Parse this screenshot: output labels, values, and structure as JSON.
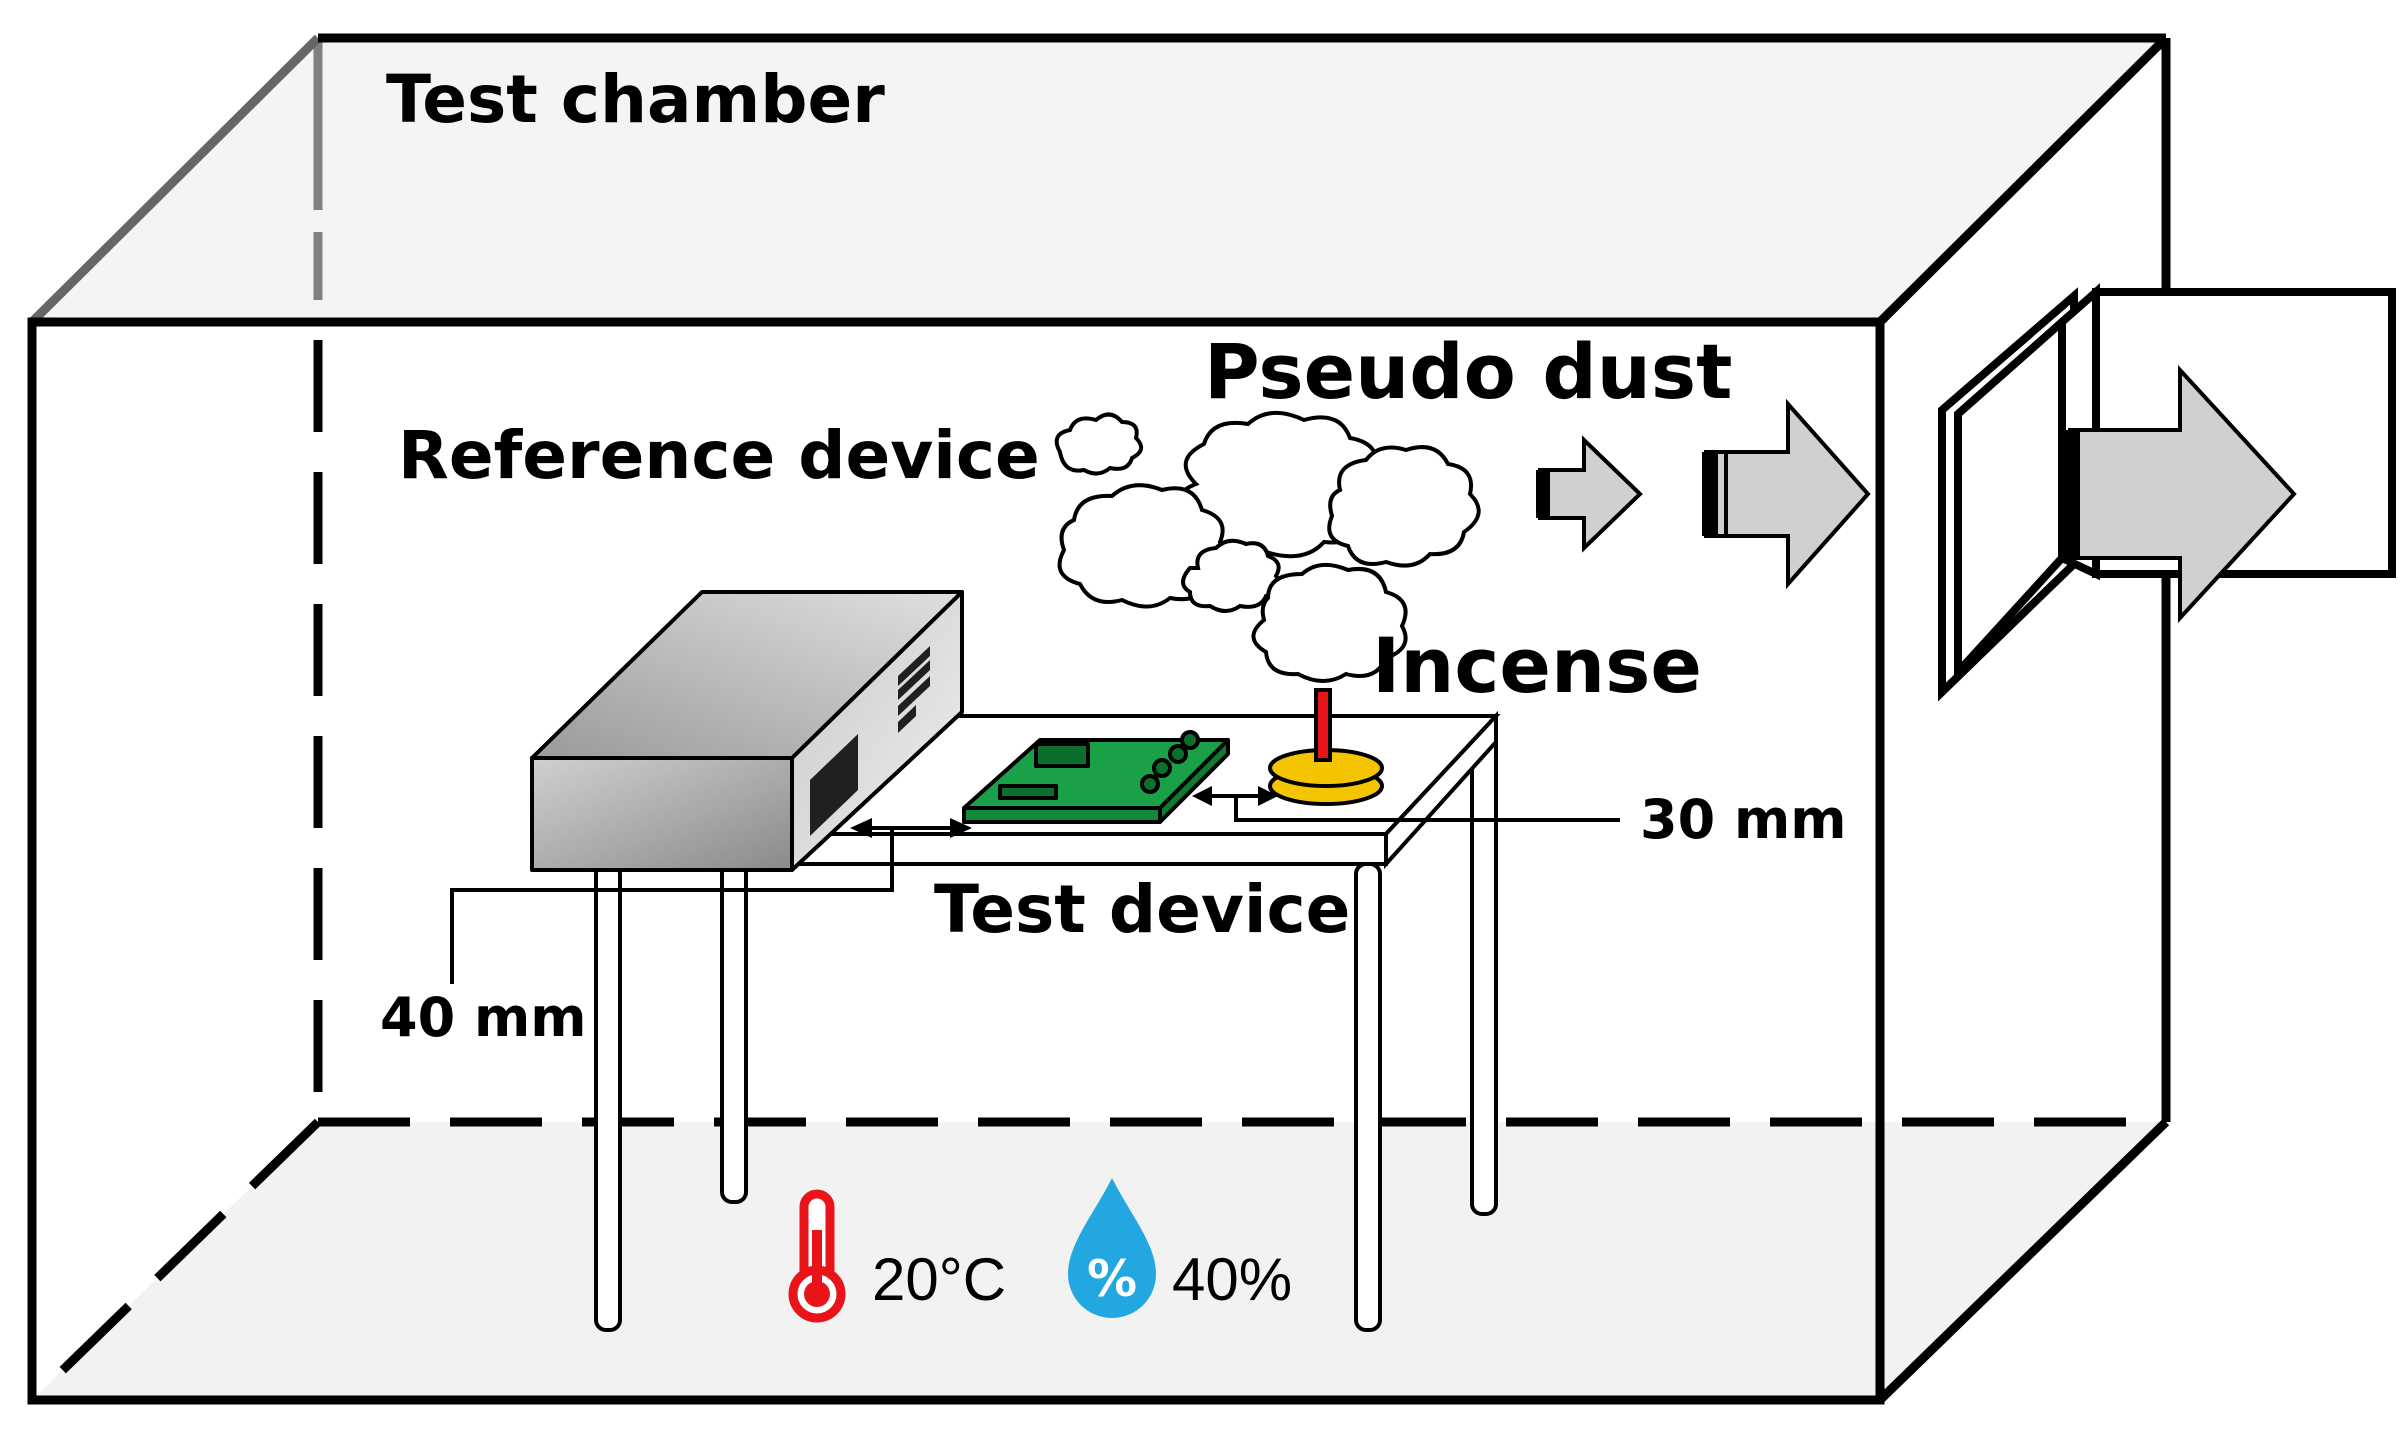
{
  "labels": {
    "test_chamber": "Test chamber",
    "reference_device": "Reference device",
    "pseudo_dust": "Pseudo dust",
    "incense": "Incense",
    "test_device": "Test device",
    "distance_30": "30 mm",
    "distance_40": "40 mm",
    "temperature": "20°C",
    "humidity": "40%",
    "humidity_icon_symbol": "%"
  },
  "icons": [
    "thermometer-icon",
    "water-drop-icon",
    "cloud-icon",
    "arrow-right-icon"
  ],
  "colors": {
    "thermometer": "#e8141a",
    "water_drop": "#23a7e0",
    "pcb": "#1aa047",
    "incense_holder": "#f5c400",
    "incense_stick": "#e8141a",
    "device_body": "#a8a8a8",
    "floor": "#f2f2f2",
    "arrow_fill": "#d0d0d0"
  }
}
